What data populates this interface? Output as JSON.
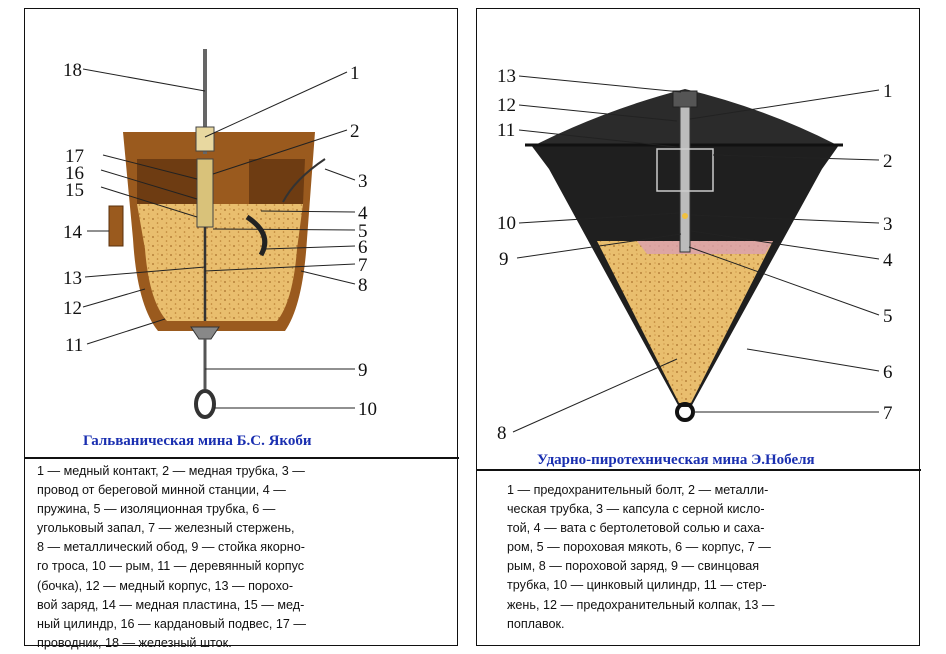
{
  "left": {
    "caption": "Гальваническая  мина Б.С. Якоби",
    "callouts": [
      "18",
      "1",
      "17",
      "2",
      "16",
      "15",
      "3",
      "4",
      "14",
      "5",
      "6",
      "7",
      "13",
      "8",
      "12",
      "11",
      "9",
      "10"
    ],
    "description_lines": [
      "1 — медный контакт, 2 — медная трубка, 3 —",
      "провод от береговой минной станции, 4 —",
      "пружина,   5 — изоляционная трубка,   6 —",
      "угольковый запал, 7 — железный стержень,",
      "8 — металлический обод, 9 — стойка якорно-",
      "го троса, 10 — рым, 11 — деревянный корпус",
      "(бочка), 12 — медный корпус, 13 — порохо-",
      "вой заряд, 14 — медная пластина, 15 — мед-",
      "ный цилиндр, 16 — кардановый подвес, 17 —",
      "проводник, 18 — железный шток."
    ]
  },
  "right": {
    "caption": "Ударно-пиротехническая мина Э.Нобеля",
    "callouts": [
      "13",
      "1",
      "12",
      "11",
      "2",
      "10",
      "3",
      "9",
      "4",
      "5",
      "6",
      "7",
      "8"
    ],
    "description_lines": [
      "1 — предохранительный болт, 2 — металли-",
      "ческая трубка, 3 — капсула с серной кисло-",
      "той, 4 — вата с бертолетовой солью и саха-",
      "ром, 5 — пороховая мякоть, 6 — корпус, 7 —",
      "рым,  8 — пороховой заряд,  9 — свинцовая",
      "трубка, 10 — цинковый цилиндр, 11 — стер-",
      "жень, 12 — предохранительный колпак, 13 —",
      "поплавок."
    ]
  },
  "colors": {
    "caption": "#1a2fb0",
    "wood": "#9a5a1e",
    "powder": "#e9be6e",
    "mine_body": "#2b2b2b"
  }
}
